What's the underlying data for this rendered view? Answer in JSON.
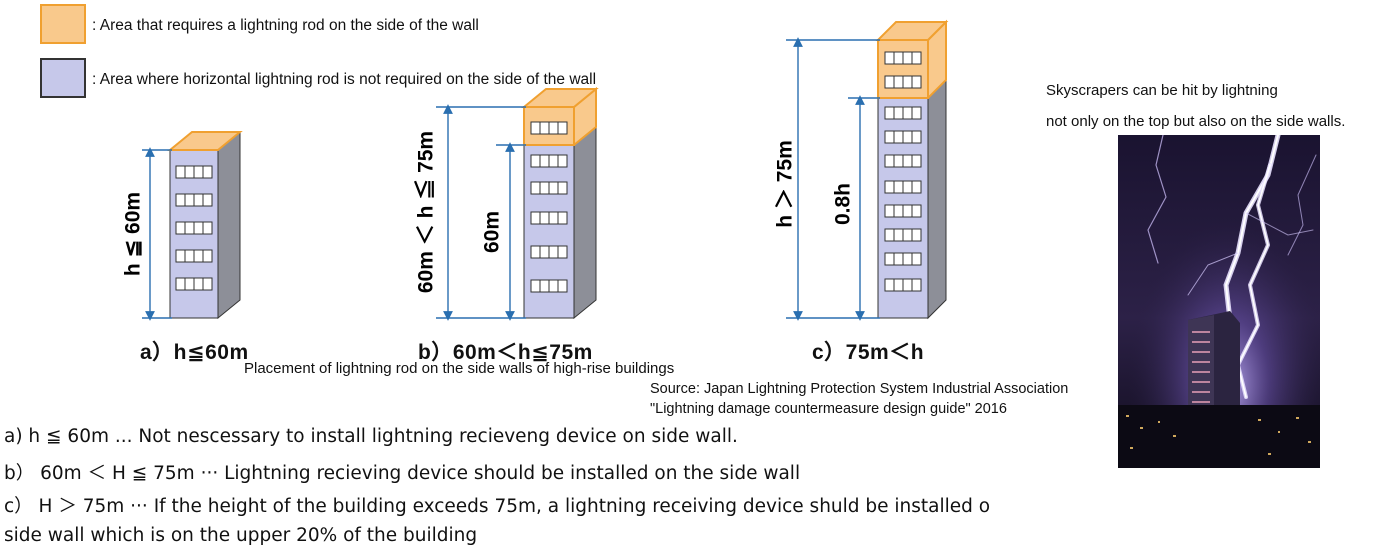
{
  "legend": {
    "requires": {
      "label": ": Area that requires a lightning rod on the side of the wall",
      "color": "#f9c98c",
      "border": "#f0a030"
    },
    "not_required": {
      "label": ": Area where horizontal lightning rod is not required on the side of the wall",
      "color": "#c6c8ea",
      "border": "#333333"
    }
  },
  "buildings": {
    "a": {
      "caption": "a）h≦60m",
      "height_label": "h ≦ 60m"
    },
    "b": {
      "caption": "b）60m＜h≦75m",
      "height_label": "60m ＜ h ≦ 75m",
      "inner_label": "60m"
    },
    "c": {
      "caption": "c）75m＜h",
      "height_label": "h ＞ 75m",
      "inner_label": "0.8h"
    }
  },
  "figure_caption": "Placement of lightning rod on the side walls of high-rise buildings",
  "source": {
    "line1": "Source: Japan Lightning Protection System Industrial Association",
    "line2": "\"Lightning damage countermeasure design guide\" 2016"
  },
  "photo_note": {
    "line1": "Skyscrapers can be hit by lightning",
    "line2": "not only on the top but also on the side walls."
  },
  "rules": {
    "a": "a)  h  ≦  60m  ... Not nescessary to install lightning recieveng device on side wall.",
    "b": "b）  60m  ＜ H ≦ 75m ··· Lightning recieving device should be installed on the side wall",
    "c": "c）  H ＞  75m ··· If the height of the building exceeds 75m, a lightning receiving device shuld be installed o",
    "c2": "side wall which is on the upper 20% of the building"
  }
}
